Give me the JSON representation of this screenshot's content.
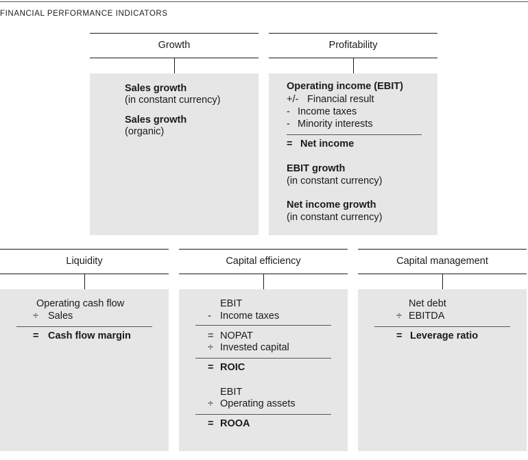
{
  "title": "FINANCIAL PERFORMANCE INDICATORS",
  "growth": {
    "header": "Growth",
    "item1_title": "Sales growth",
    "item1_sub": "(in constant currency)",
    "item2_title": "Sales growth",
    "item2_sub": "(organic)"
  },
  "profitability": {
    "header": "Profitability",
    "line1": "Operating income (EBIT)",
    "op2": "+/-",
    "line2": "Financial result",
    "op3": "-",
    "line3": "Income taxes",
    "op4": "-",
    "line4": "Minority interests",
    "op5": "=",
    "line5": "Net income",
    "item2_title": "EBIT growth",
    "item2_sub": "(in constant currency)",
    "item3_title": "Net income growth",
    "item3_sub": "(in constant currency)"
  },
  "liquidity": {
    "header": "Liquidity",
    "line1": "Operating cash flow",
    "op2": "÷",
    "line2": "Sales",
    "op3": "=",
    "line3": "Cash flow margin"
  },
  "capital_efficiency": {
    "header": "Capital efficiency",
    "line1": "EBIT",
    "op2": "-",
    "line2": "Income taxes",
    "op3": "=",
    "line3": "NOPAT",
    "op4": "÷",
    "line4": "Invested capital",
    "op5": "=",
    "line5": "ROIC",
    "line6": "EBIT",
    "op7": "÷",
    "line7": "Operating assets",
    "op8": "=",
    "line8": "ROOA"
  },
  "capital_management": {
    "header": "Capital management",
    "line1": "Net debt",
    "op2": "÷",
    "line2": "EBITDA",
    "op3": "=",
    "line3": "Leverage ratio"
  }
}
